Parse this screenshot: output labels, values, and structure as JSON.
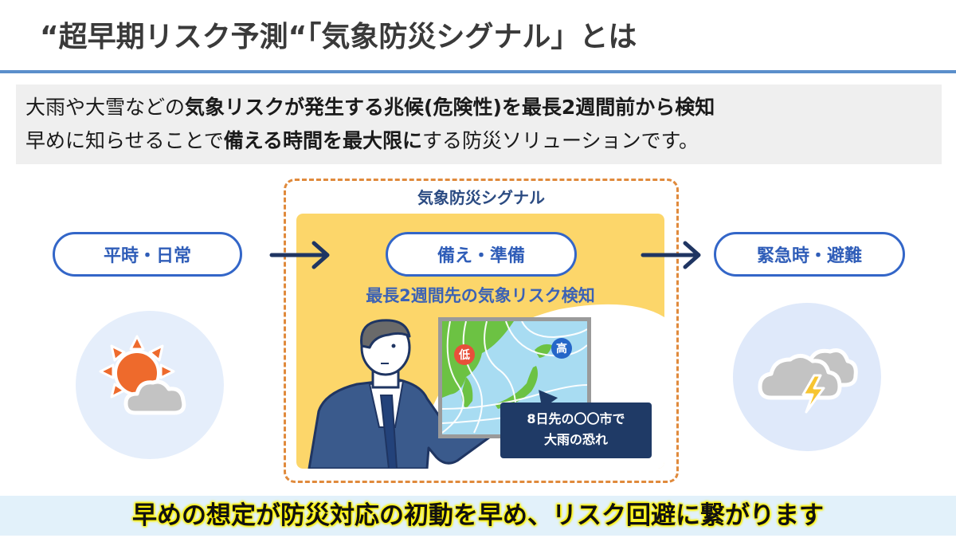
{
  "header": {
    "title": "“超早期リスク予測“「気象防災シグナル」とは"
  },
  "intro": {
    "line1": [
      {
        "text": "大雨や大雪などの",
        "bold": false
      },
      {
        "text": "気象リスクが発生する兆候(危険性)を最長2週間前から検知",
        "bold": true
      }
    ],
    "line2": [
      {
        "text": "早めに知らせることで",
        "bold": false
      },
      {
        "text": "備える時間を最大限に",
        "bold": true
      },
      {
        "text": "する防災ソリューションです。",
        "bold": false
      }
    ]
  },
  "diagram": {
    "frame_title": "気象防災シグナル",
    "stages": [
      {
        "label": "平時・日常",
        "icon": "sun-cloud-icon"
      },
      {
        "label": "備え・準備",
        "icon": "presenter-weather-map"
      },
      {
        "label": "緊急時・避難",
        "icon": "thunder-cloud-icon"
      }
    ],
    "subhead": "最長2週間先の気象リスク検知",
    "map": {
      "low_label": "低",
      "high_label": "高"
    },
    "balloon": {
      "line1": "8日先の〇〇市で",
      "line2": "大雨の恐れ"
    }
  },
  "footer": {
    "message": "早めの想定が防災対応の初動を早め、リスク回避に繋がります"
  },
  "colors": {
    "accent_blue": "#3366c8",
    "frame_orange": "#e08a3c",
    "panel_yellow": "#fcd66a",
    "navy": "#1f3a66",
    "highlight_yellow": "#fff200"
  }
}
